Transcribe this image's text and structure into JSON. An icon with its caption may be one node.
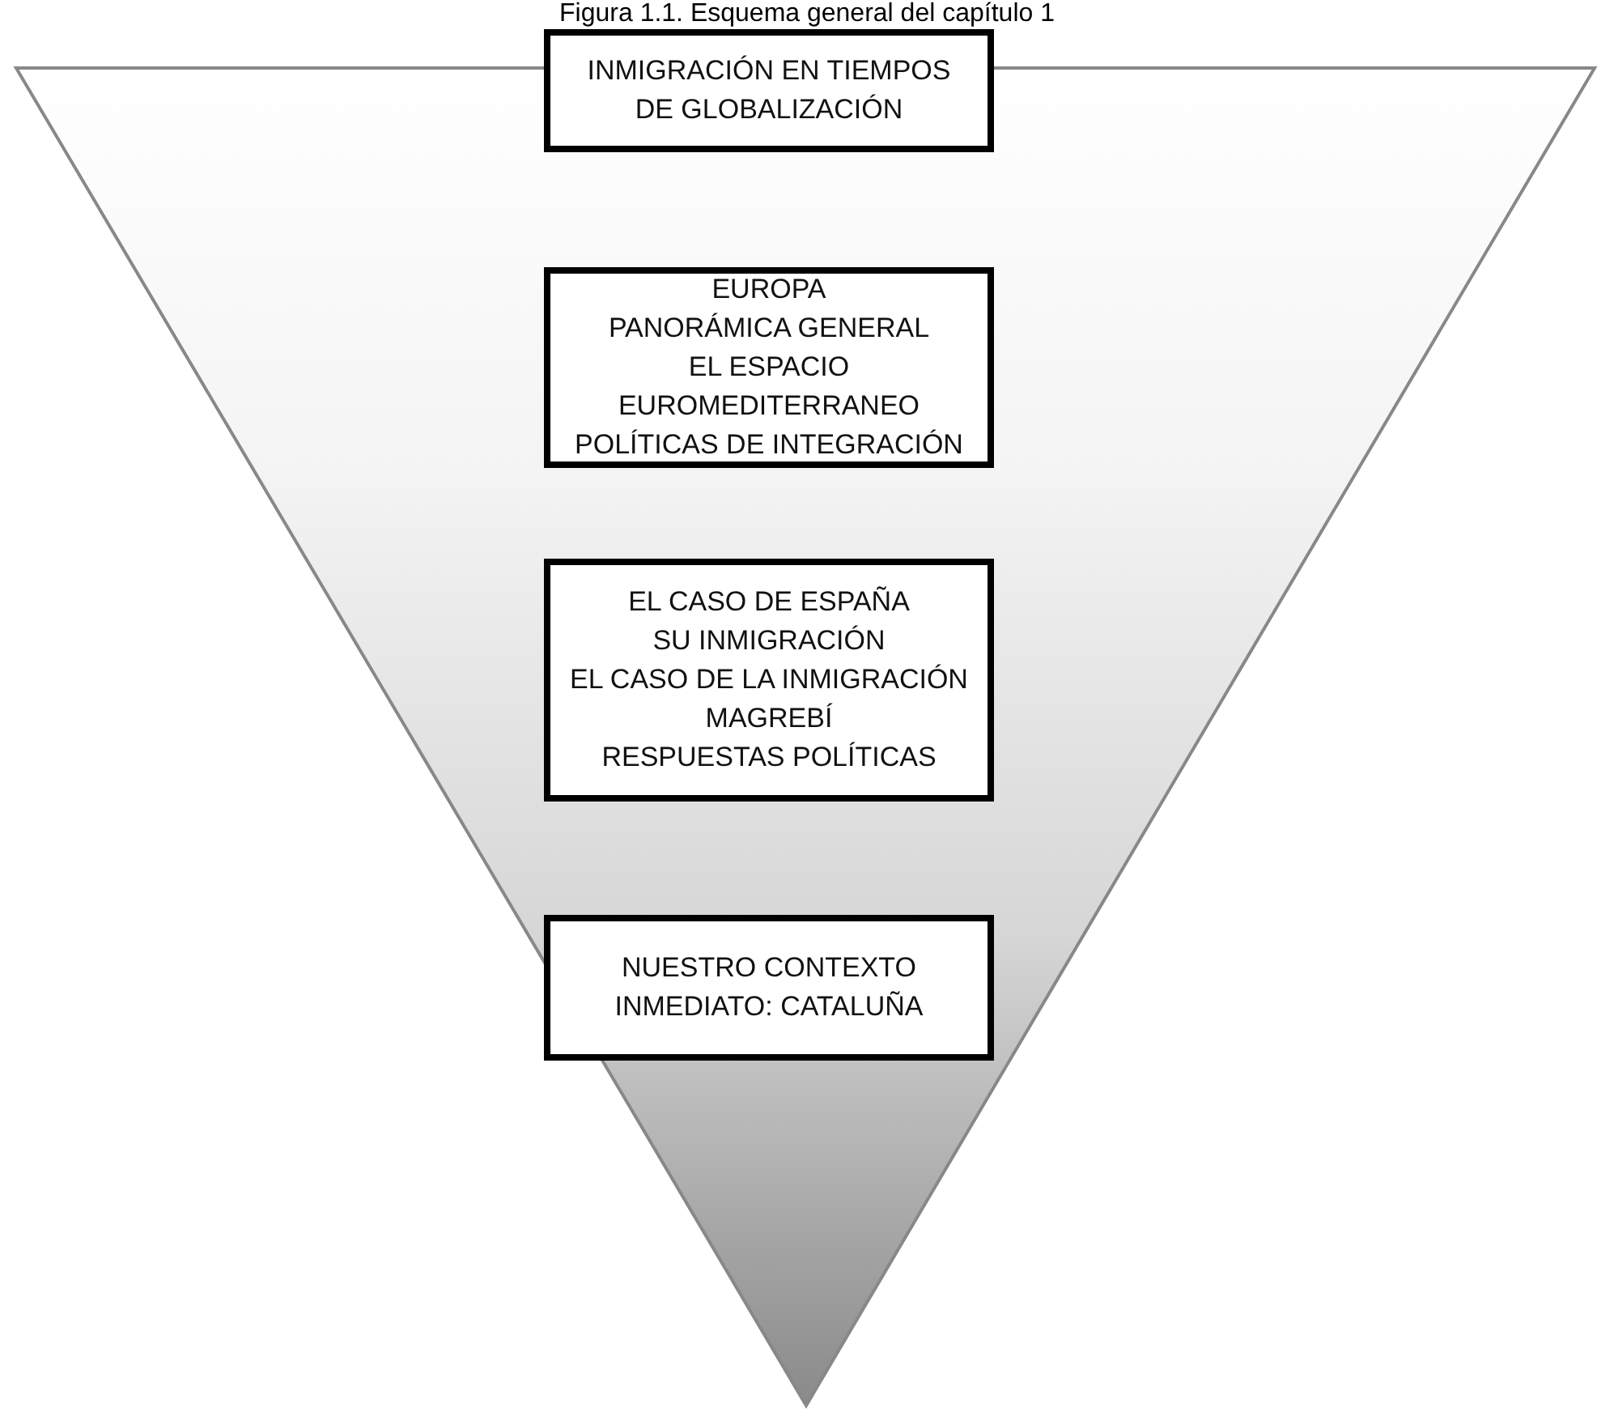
{
  "diagram": {
    "title": "Figura 1.1. Esquema general del capítulo 1",
    "nodes": [
      {
        "text": [
          "INMIGRACIÓN EN TIEMPOS DE GLOBALIZACIÓN"
        ]
      },
      {
        "text": [
          "EUROPA",
          "PANORÁMICA GENERAL",
          "EL ESPACIO EUROMEDITERRANEO",
          "POLÍTICAS DE INTEGRACIÓN"
        ]
      },
      {
        "text": [
          "EL CASO DE ESPAÑA",
          "SU INMIGRACIÓN",
          "EL CASO DE LA INMIGRACIÓN MAGREBÍ",
          "RESPUESTAS POLÍTICAS"
        ]
      },
      {
        "text": [
          "NUESTRO CONTEXTO INMEDIATO: CATALUÑA"
        ]
      }
    ],
    "edges": []
  }
}
